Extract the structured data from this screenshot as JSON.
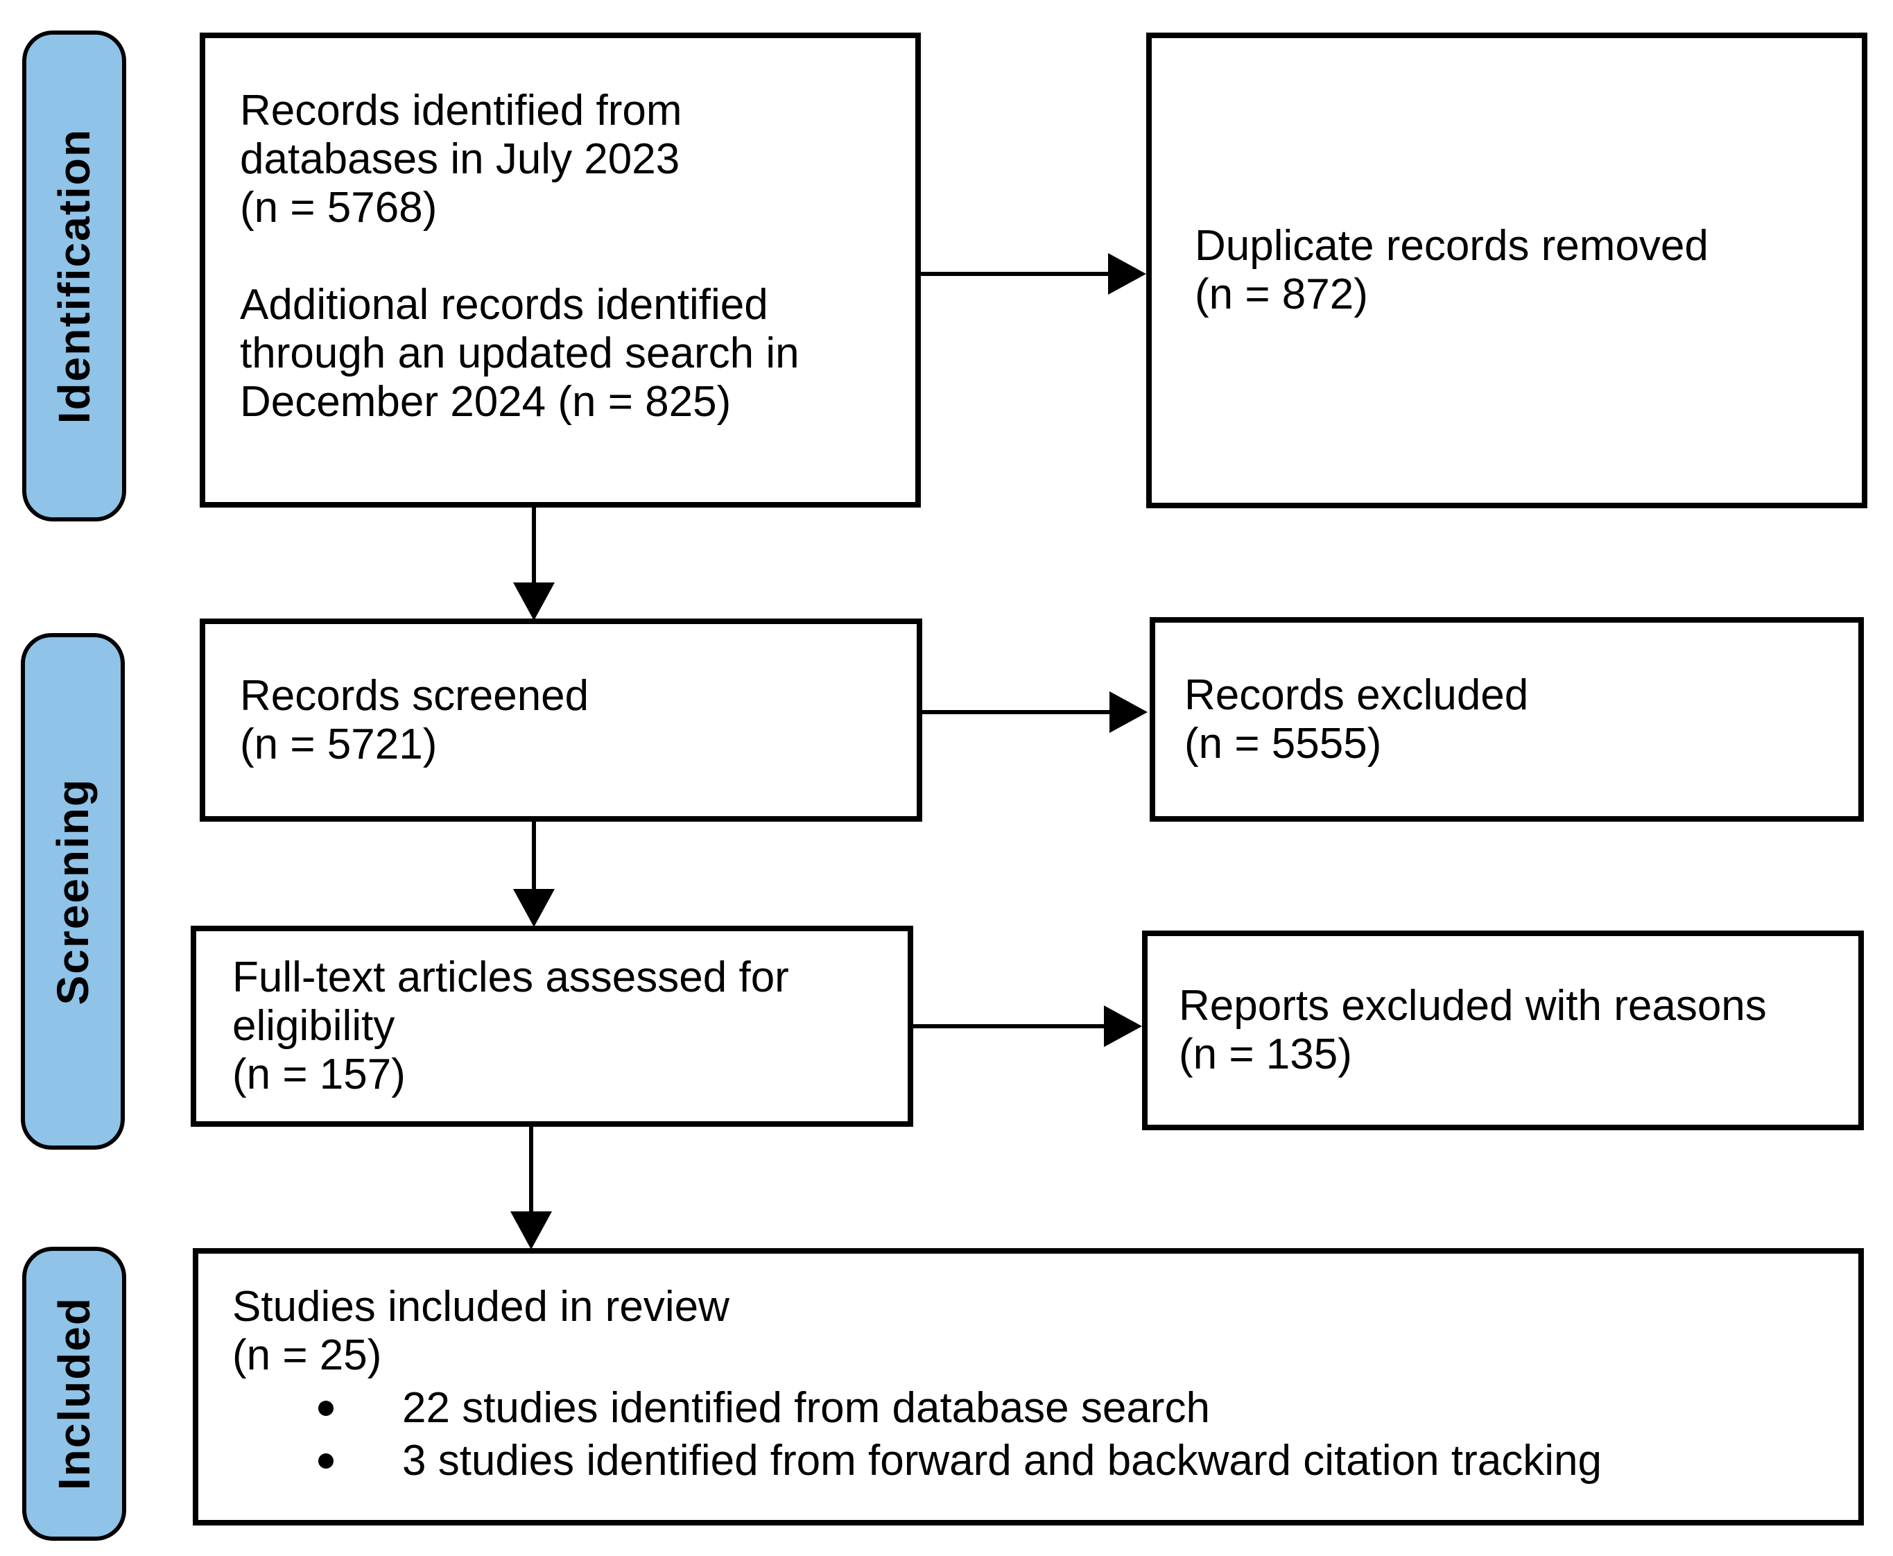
{
  "colors": {
    "stage_fill": "#8FC3E8",
    "stage_border": "#000000",
    "box_border": "#000000",
    "arrow": "#000000",
    "text": "#000000",
    "background": "#FFFFFF"
  },
  "stages": {
    "identification": "Identification",
    "screening": "Screening",
    "included": "Included"
  },
  "boxes": {
    "identified": {
      "para1": [
        "Records identified from",
        "databases in July 2023",
        "(n = 5768)"
      ],
      "para2": [
        "Additional records identified",
        "through an updated search in",
        "December 2024 (n = 825)"
      ]
    },
    "duplicates": {
      "lines": [
        "Duplicate records removed",
        "(n = 872)"
      ]
    },
    "screened": {
      "lines": [
        "Records screened",
        "(n = 5721)"
      ]
    },
    "excluded": {
      "lines": [
        "Records excluded",
        "(n = 5555)"
      ]
    },
    "fulltext": {
      "lines": [
        "Full-text articles assessed for",
        "eligibility",
        "(n = 157)"
      ]
    },
    "reports": {
      "lines": [
        "Reports excluded with reasons",
        "(n = 135)"
      ]
    },
    "included": {
      "lines": [
        "Studies included in review",
        "(n = 25)"
      ],
      "bullets": [
        "22 studies identified from database search",
        "3 studies identified from forward and backward citation tracking"
      ]
    }
  }
}
